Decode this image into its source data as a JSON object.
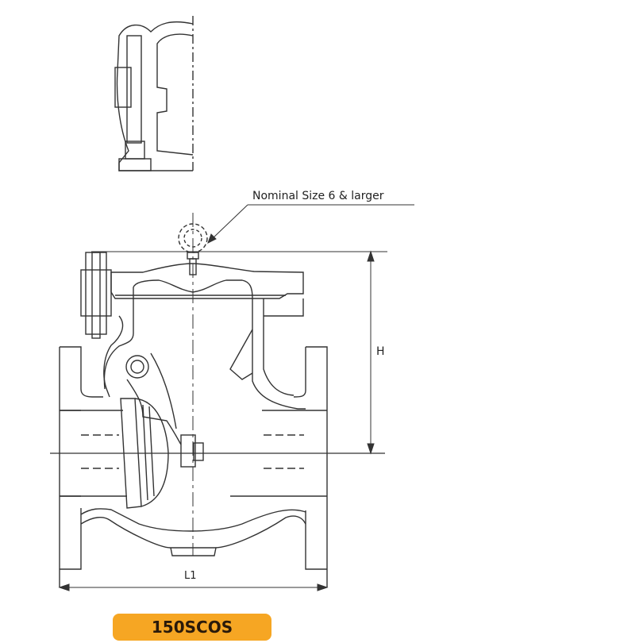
{
  "drawing": {
    "callout": "Nominal Size 6 & larger",
    "dimension_height": "H",
    "dimension_length": "L1",
    "model_label": "150SCOS",
    "badge_color": "#F6A623",
    "line_color": "#333333"
  }
}
